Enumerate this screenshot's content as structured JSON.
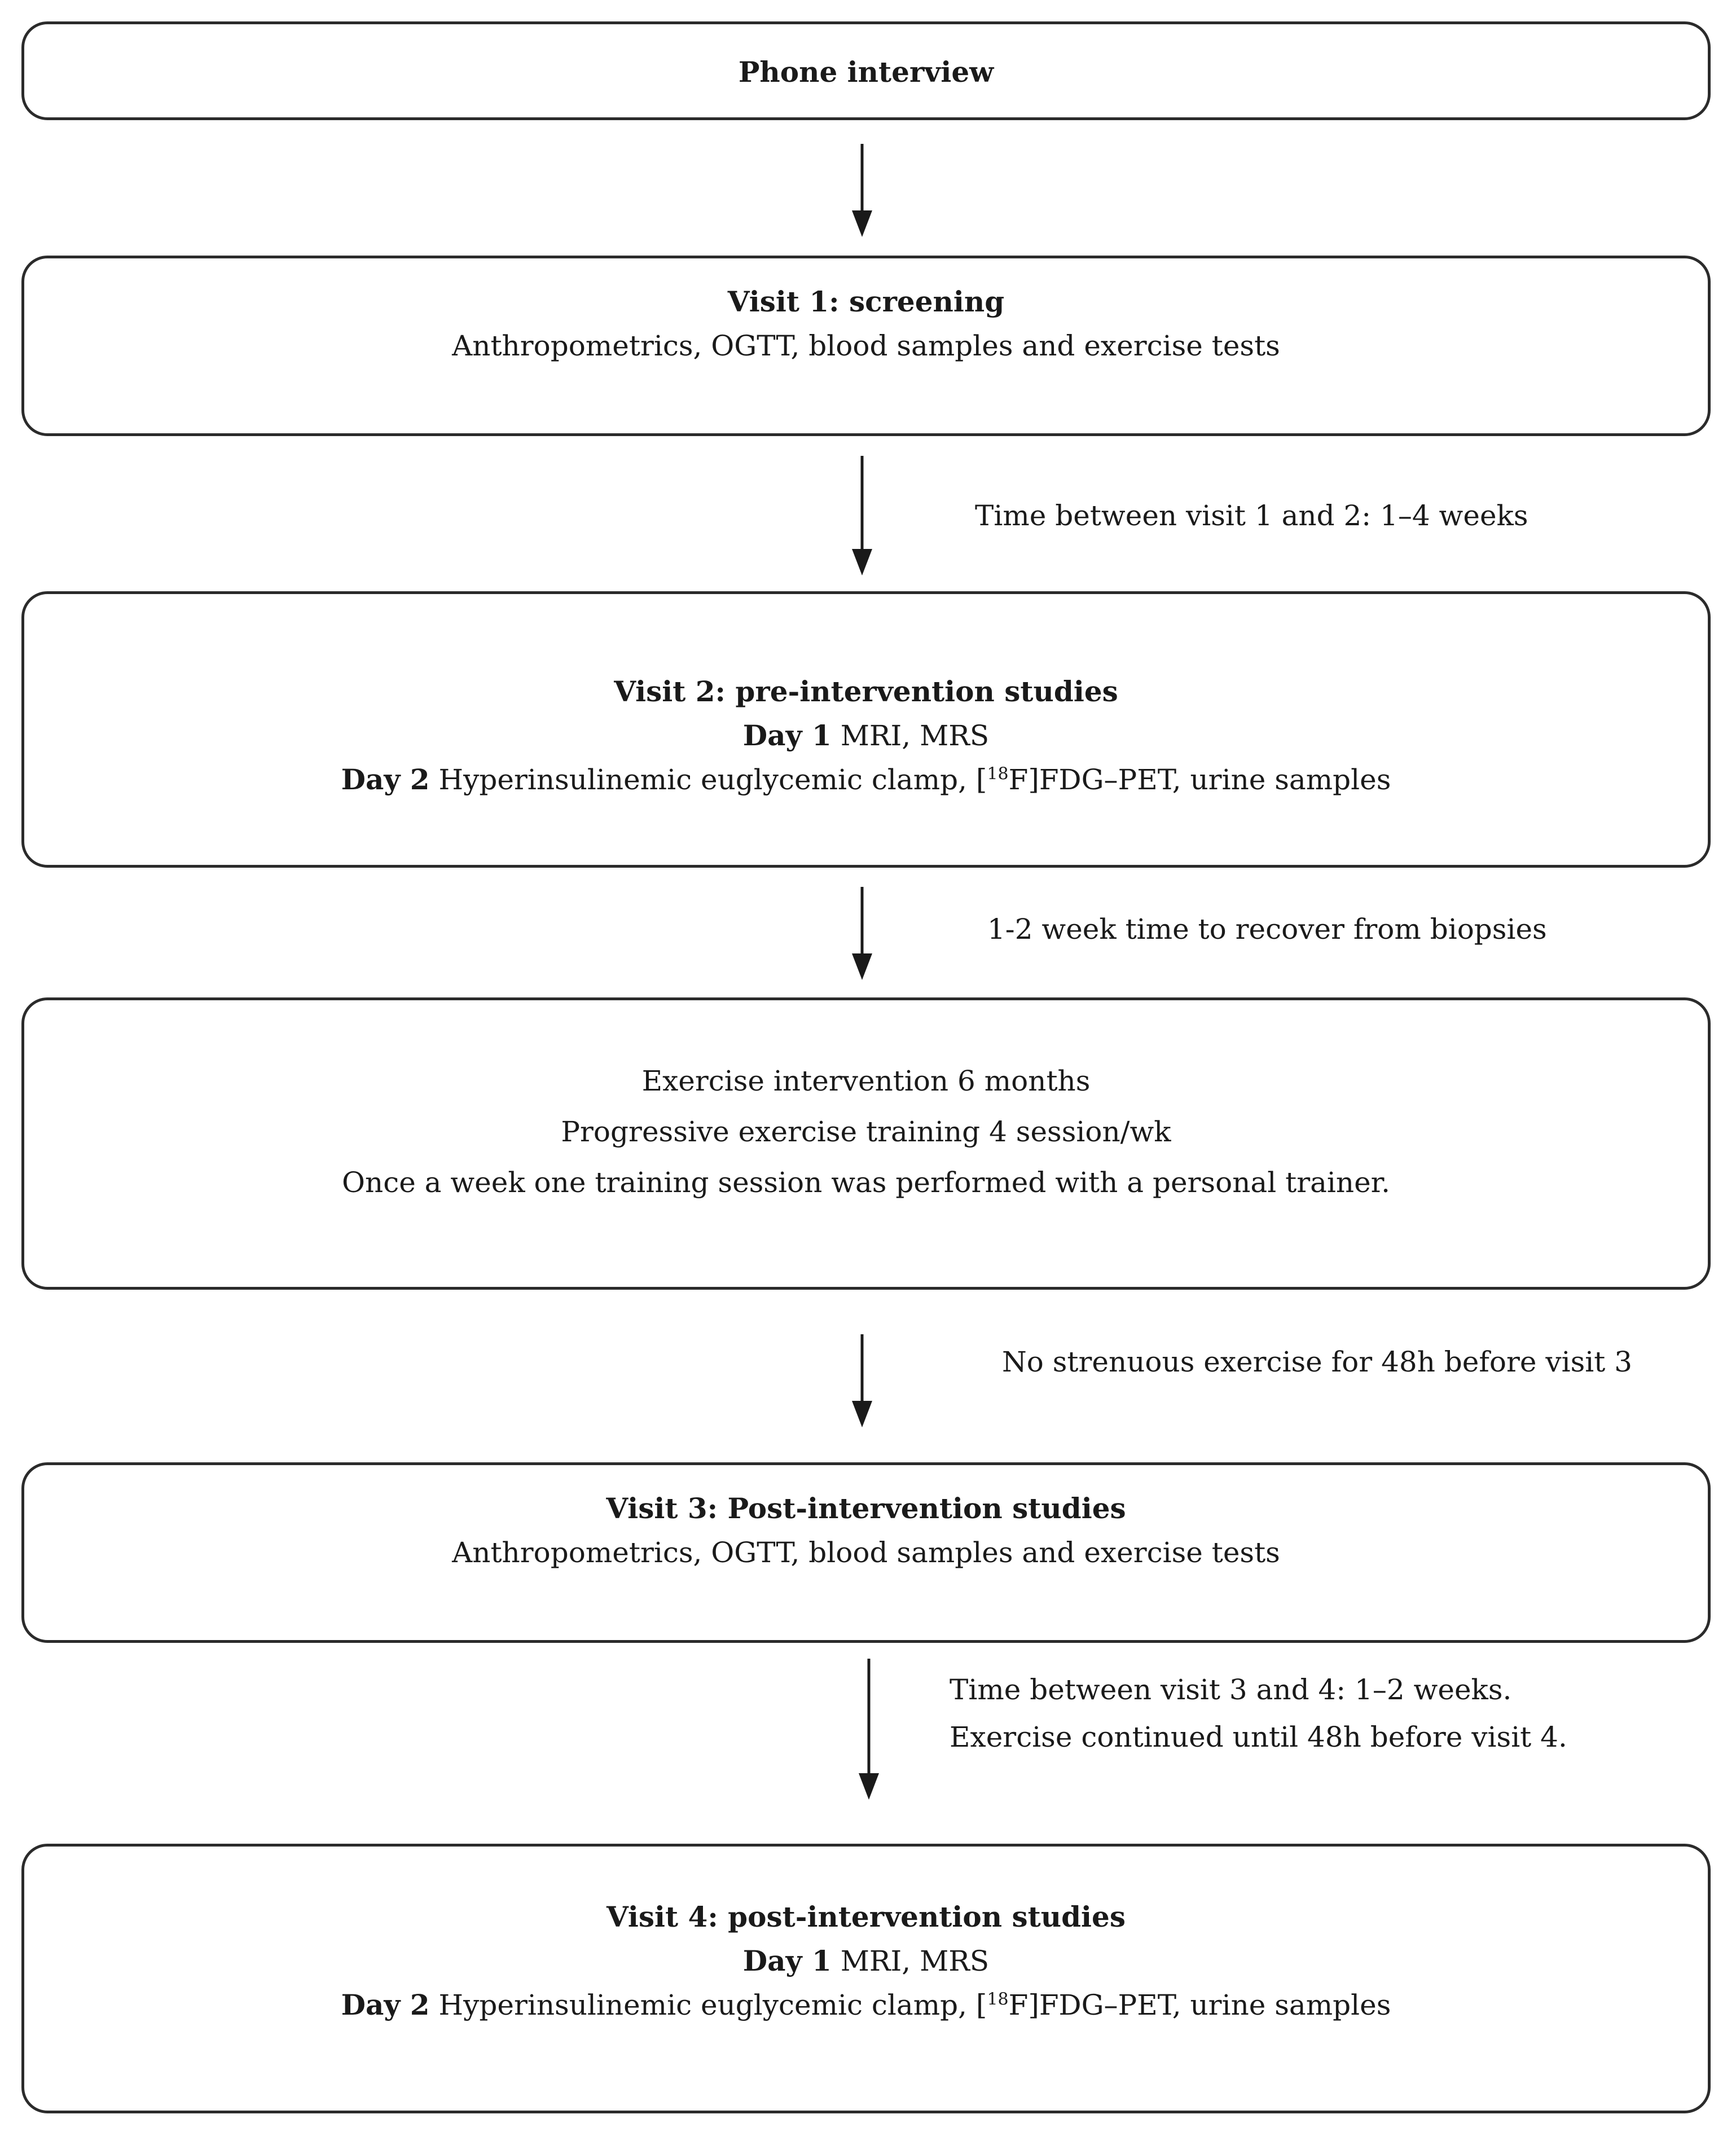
{
  "boxes": [
    {
      "lines": [
        {
          "bold": "Phone interview",
          "text": ""
        }
      ]
    },
    {
      "lines": [
        {
          "bold": "Visit 1: screening",
          "text": ""
        },
        {
          "bold": "",
          "text": "Anthropometrics, OGTT, blood samples and exercise tests"
        }
      ]
    },
    {
      "lines": [
        {
          "bold": "Visit 2: pre-intervention studies",
          "text": ""
        },
        {
          "bold": "Day 1",
          "text": " MRI, MRS"
        },
        {
          "bold": "Day 2",
          "text": " Hyperinsulinemic euglycemic clamp, [",
          "sup": "18",
          "after": "F]FDG–PET, urine samples"
        }
      ]
    },
    {
      "lines": [
        {
          "bold": "",
          "text": "Exercise intervention 6 months"
        },
        {
          "bold": "",
          "text": "Progressive exercise training 4 session/wk"
        },
        {
          "bold": "",
          "text": "Once a week one training session was performed with a personal trainer."
        }
      ]
    },
    {
      "lines": [
        {
          "bold": "Visit 3: Post-intervention studies",
          "text": ""
        },
        {
          "bold": "",
          "text": "Anthropometrics, OGTT, blood samples and exercise  tests"
        }
      ]
    },
    {
      "lines": [
        {
          "bold": "Visit 4: post-intervention studies",
          "text": ""
        },
        {
          "bold": "Day 1",
          "text": " MRI, MRS"
        },
        {
          "bold": "Day 2",
          "text": " Hyperinsulinemic euglycemic clamp, [",
          "sup": "18",
          "after": "F]FDG–PET, urine samples"
        }
      ]
    }
  ],
  "notes": {
    "visit1_to_2": "Time between visit 1 and 2: 1–4 weeks",
    "recover": "1-2 week time to recover from biopsies",
    "before_visit3": "No strenuous exercise for 48h before visit 3",
    "visit3_to_4_line1": "Time  between  visit  3  and  4:  1–2  weeks.",
    "visit3_to_4_line2": "Exercise continued until 48h before visit 4."
  }
}
